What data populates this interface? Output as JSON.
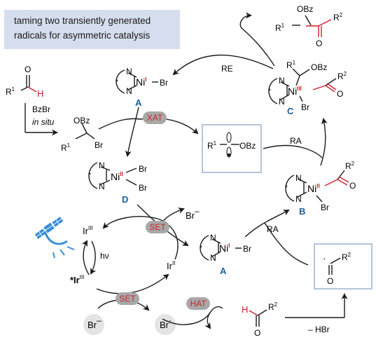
{
  "title": {
    "line1": "taming two transiently generated",
    "line2": "radicals for asymmetric catalysis"
  },
  "labels": {
    "reagent_bzbr": "BzBr",
    "in_situ": "in situ",
    "catalyst_a": "A",
    "catalyst_a2": "A",
    "catalyst_b": "B",
    "catalyst_c": "C",
    "catalyst_d": "D",
    "step_re": "RE",
    "step_ra_upper": "RA",
    "step_ra_lower": "RA",
    "badge_xat": "XAT",
    "badge_set_upper": "SET",
    "badge_set_lower": "SET",
    "badge_hat": "HAT",
    "hv": "hν",
    "minus_hbr": "– HBr",
    "ir3": "Ir",
    "ir3_sup": "III",
    "ir3_excited": "*Ir",
    "ir3_excited_sup": "III",
    "ir2": "Ir",
    "ir2_sup": "II",
    "br_anion": "Br",
    "br_radical": "Br",
    "br_anion_top": "Br"
  },
  "colors": {
    "text": "#1a1a1a",
    "heteroatom_red": "#d0202a",
    "label_blue": "#1e5f9e",
    "badge_fill": "#a8a8a8",
    "title_box": "#d5deee",
    "frame": "#9fb7cf",
    "satellite": "#3a8fd8"
  }
}
